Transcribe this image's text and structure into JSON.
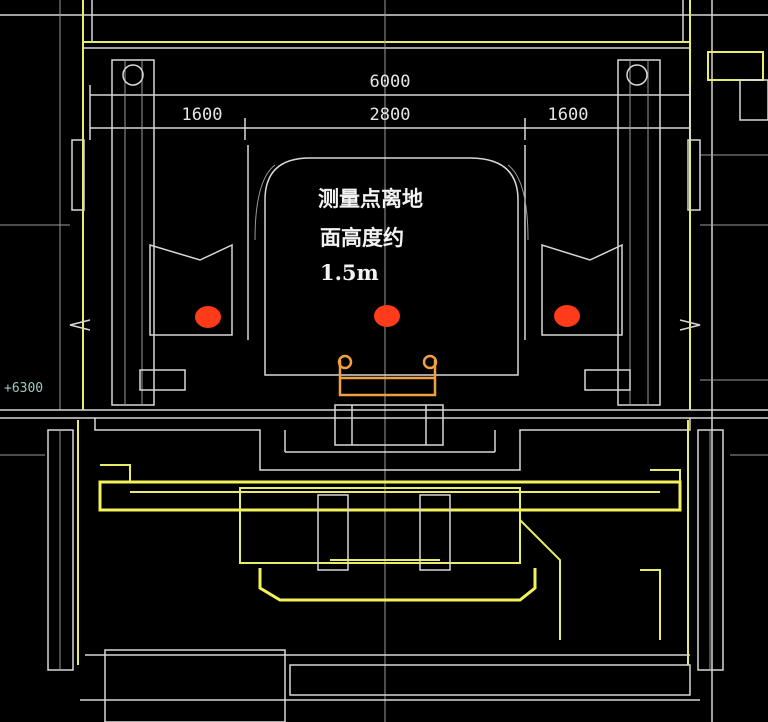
{
  "drawing": {
    "dimensions": {
      "overall": "6000",
      "left": "1600",
      "center": "2800",
      "right": "1600"
    },
    "note": {
      "line1": "测量点离地",
      "line2": "面高度约",
      "line3": "1.5m"
    },
    "level_mark": "+6300",
    "colors": {
      "background": "#000000",
      "structure_yellow": "#e8ec6a",
      "lines_white": "#d8d8d8",
      "measurement_point": "#ff3b1a",
      "equipment_orange": "#f0a040"
    }
  }
}
